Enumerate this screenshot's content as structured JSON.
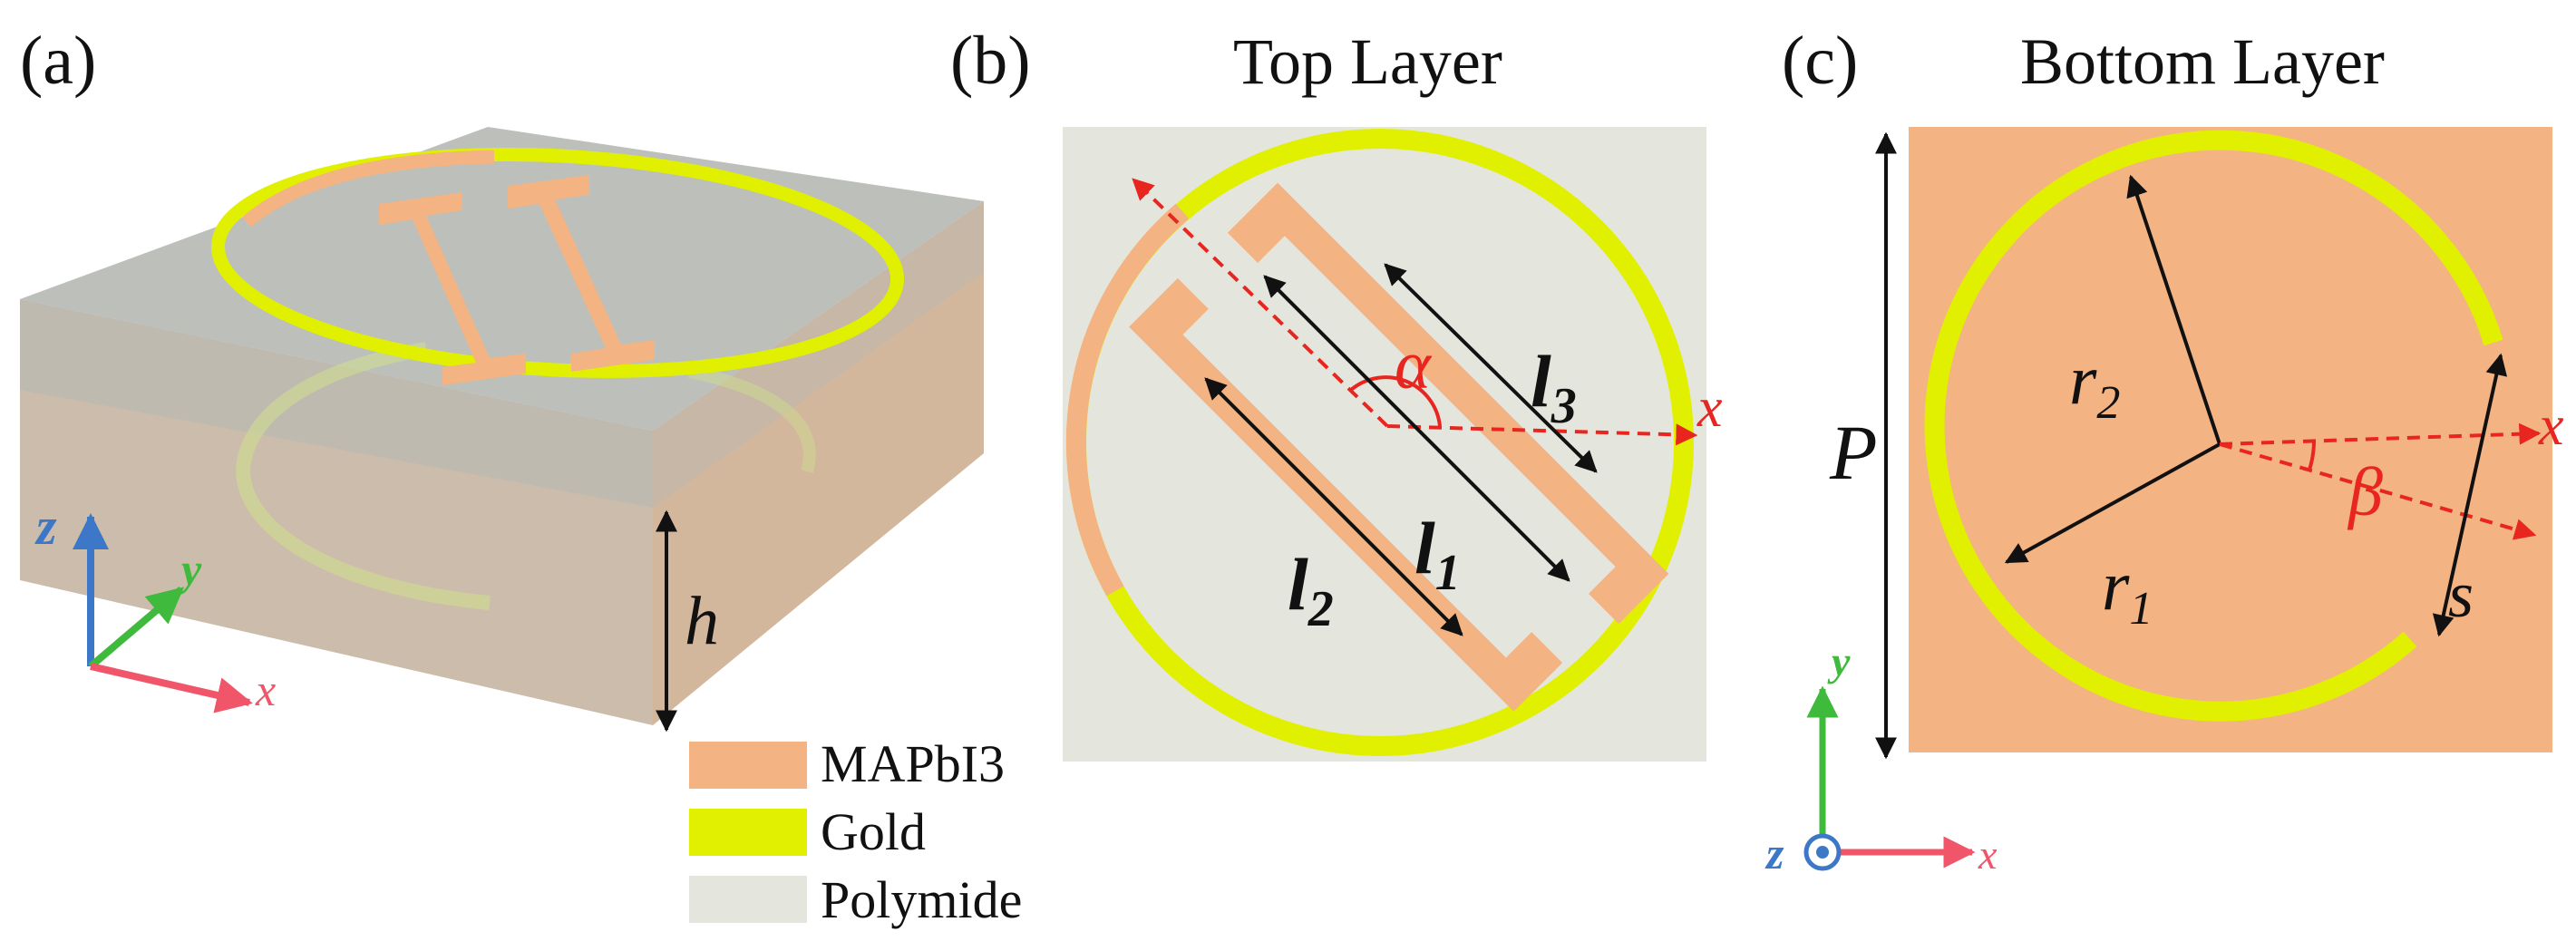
{
  "panels": {
    "a": {
      "label": "(a)"
    },
    "b": {
      "label": "(b)",
      "title": "Top Layer"
    },
    "c": {
      "label": "(c)",
      "title": "Bottom Layer"
    }
  },
  "legend": {
    "items": [
      {
        "label": "MAPbI3",
        "color": "#f4b382"
      },
      {
        "label": "Gold",
        "color": "#e0f000"
      },
      {
        "label": "Polymide",
        "color": "#e4e6dd"
      }
    ]
  },
  "annotations": {
    "a": {
      "axis_z": "z",
      "axis_y": "y",
      "axis_x": "x",
      "height": "h"
    },
    "b": {
      "alpha": "α",
      "x_axis": "x",
      "l1": {
        "main": "l",
        "sub": "1"
      },
      "l2": {
        "main": "l",
        "sub": "2"
      },
      "l3": {
        "main": "l",
        "sub": "3"
      }
    },
    "c": {
      "period": "P",
      "r1": {
        "main": "r",
        "sub": "1"
      },
      "r2": {
        "main": "r",
        "sub": "2"
      },
      "beta": "β",
      "x_axis": "x",
      "gap": "s",
      "axis_y": "y",
      "axis_z": "z",
      "axis_x": "x"
    }
  },
  "colors": {
    "mapbi3": "#f4b382",
    "gold": "#e0f000",
    "polymide": "#e4e6dd",
    "axis_red": "#f0556a",
    "axis_green": "#3fba3c",
    "axis_blue": "#3d78c8",
    "dashed_red": "#e8251e"
  }
}
